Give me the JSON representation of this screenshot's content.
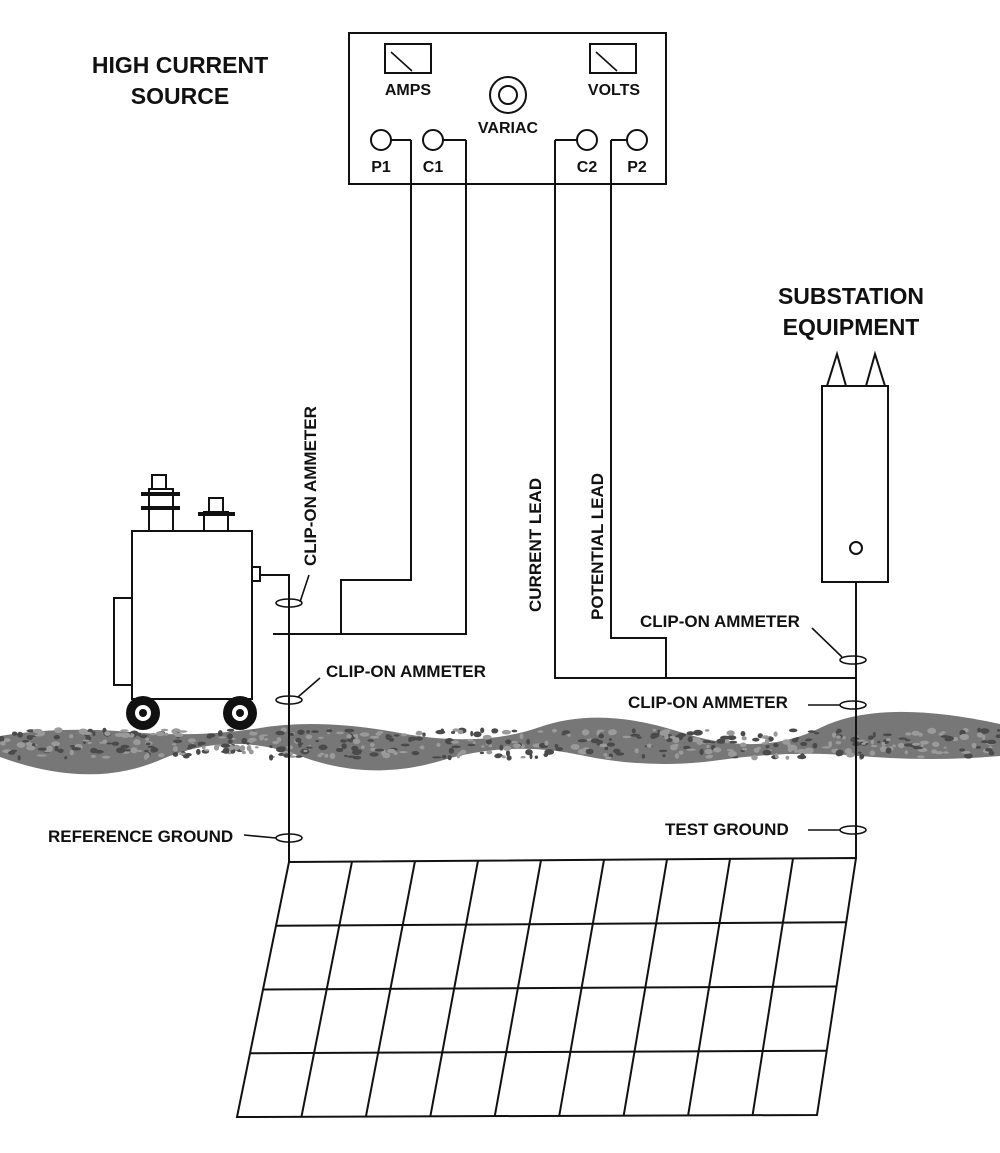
{
  "source": {
    "title_line1": "HIGH CURRENT",
    "title_line2": "SOURCE",
    "meter_amps": "AMPS",
    "meter_volts": "VOLTS",
    "variac": "VARIAC",
    "terminals": [
      "P1",
      "C1",
      "C2",
      "P2"
    ]
  },
  "substation": {
    "title_line1": "SUBSTATION",
    "title_line2": "EQUIPMENT"
  },
  "labels": {
    "clip_on_ammeter_vertical": "CLIP-ON AMMETER",
    "clip_on_ammeter_left": "CLIP-ON AMMETER",
    "clip_on_ammeter_right_upper": "CLIP-ON AMMETER",
    "clip_on_ammeter_right_lower": "CLIP-ON AMMETER",
    "current_lead": "CURRENT  LEAD",
    "potential_lead": "POTENTIAL  LEAD",
    "reference_ground": "REFERENCE GROUND",
    "test_ground": "TEST GROUND"
  },
  "colors": {
    "ink": "#111111",
    "gravel_dark": "#4a4a4a",
    "gravel_light": "#9a9a9a"
  }
}
